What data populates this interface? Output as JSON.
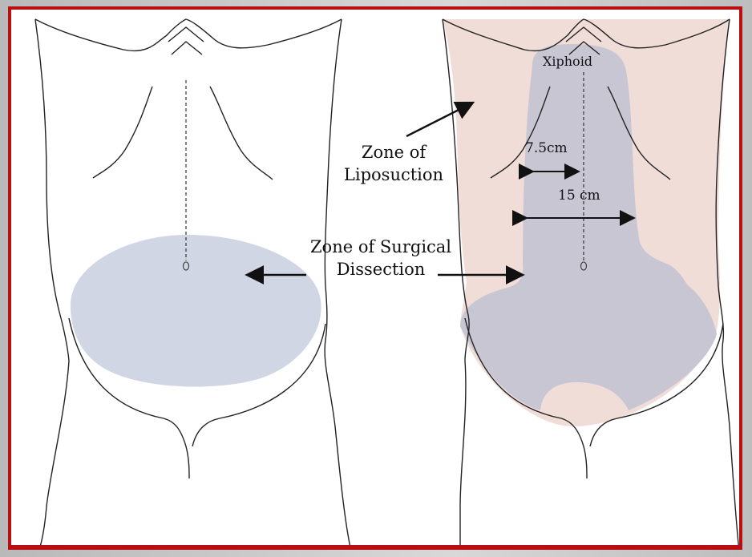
{
  "diagram": {
    "labels": {
      "xiphoid": "Xiphoid",
      "zone_liposuction_line1": "Zone of",
      "zone_liposuction_line2": "Liposuction",
      "zone_surgical_line1": "Zone of Surgical",
      "zone_surgical_line2": "Dissection",
      "width_narrow": "7.5cm",
      "width_wide": "15 cm"
    },
    "colors": {
      "frame_border": "#b90f12",
      "dissection_zone": "#d1d6e4",
      "liposuction_zone": "#f1ddd8",
      "right_dissection_zone": "#c9c6d4",
      "outline": "#222222"
    }
  }
}
